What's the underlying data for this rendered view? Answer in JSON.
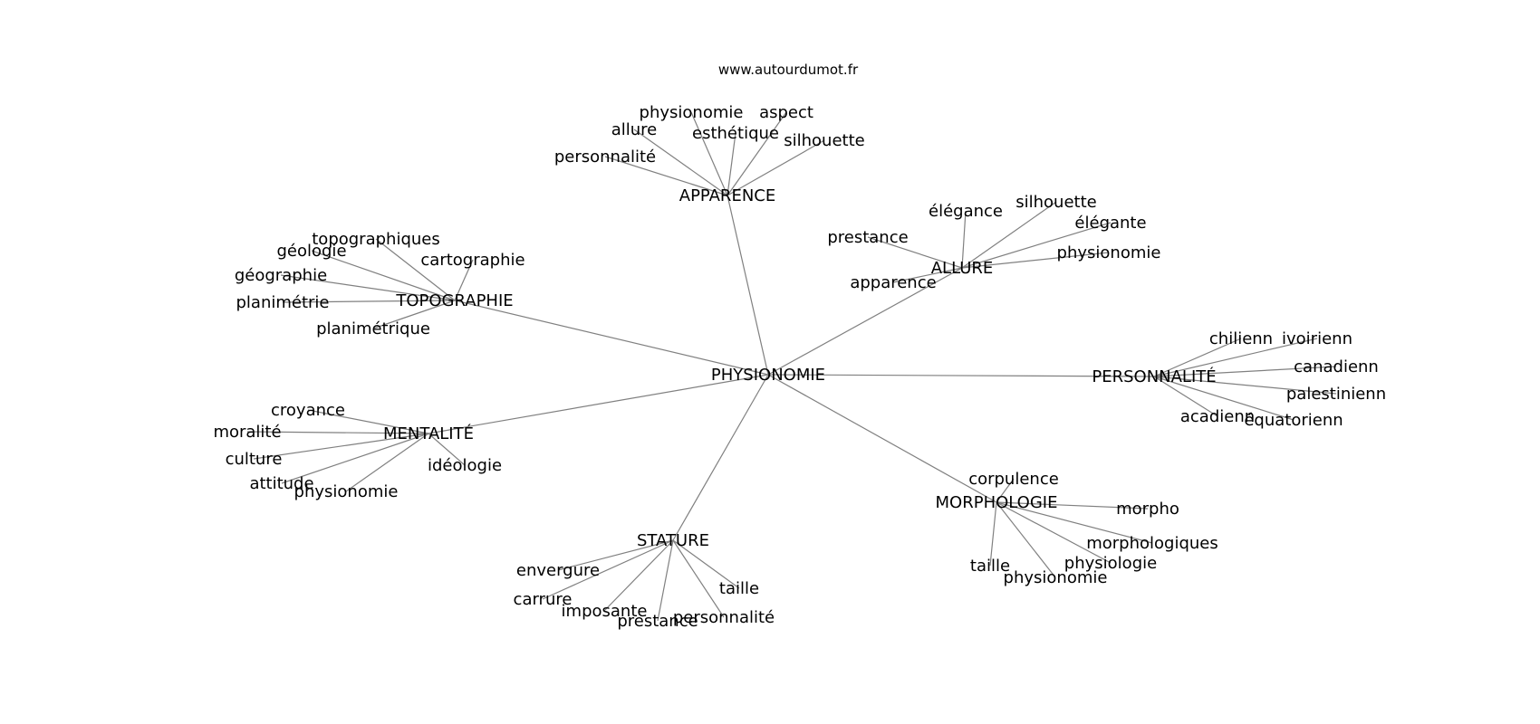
{
  "source": "www.autourdumot.fr",
  "root": "PHYSIONOMIE",
  "groups": [
    {
      "hub": "APPARENCE",
      "leaves": [
        "personnalité",
        "allure",
        "physionomie",
        "esthétique",
        "aspect",
        "silhouette"
      ]
    },
    {
      "hub": "ALLURE",
      "leaves": [
        "prestance",
        "élégance",
        "silhouette",
        "élégante",
        "physionomie",
        "apparence"
      ]
    },
    {
      "hub": "TOPOGRAPHIE",
      "leaves": [
        "topographiques",
        "géologie",
        "cartographie",
        "géographie",
        "planimétrie",
        "planimétrique"
      ]
    },
    {
      "hub": "PERSONNALITÉ",
      "leaves": [
        "chilienn",
        "ivoirienn",
        "canadienn",
        "palestinienn",
        "acadienn",
        "équatorienn"
      ]
    },
    {
      "hub": "MENTALITÉ",
      "leaves": [
        "croyance",
        "moralité",
        "culture",
        "attitude",
        "physionomie",
        "idéologie"
      ]
    },
    {
      "hub": "MORPHOLOGIE",
      "leaves": [
        "corpulence",
        "morpho",
        "morphologiques",
        "physiologie",
        "taille",
        "physionomie"
      ]
    },
    {
      "hub": "STATURE",
      "leaves": [
        "envergure",
        "carrure",
        "imposante",
        "prestance",
        "personnalité",
        "taille"
      ]
    }
  ]
}
